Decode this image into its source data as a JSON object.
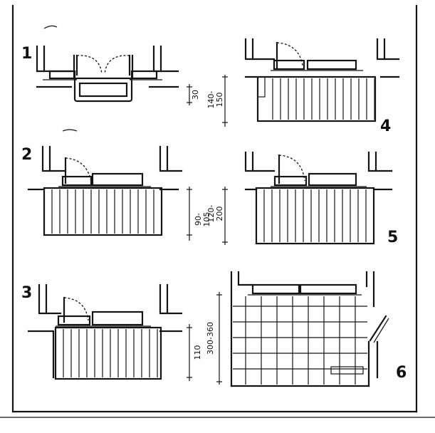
{
  "figures": [
    {
      "number": "1",
      "dimension": "30"
    },
    {
      "number": "2",
      "dimension_line1": "90-",
      "dimension_line2": "105"
    },
    {
      "number": "3",
      "dimension": "110"
    },
    {
      "number": "4",
      "dimension_line1": "140-",
      "dimension_line2": "150"
    },
    {
      "number": "5",
      "dimension_line1": "120-",
      "dimension_line2": "200"
    },
    {
      "number": "6",
      "dimension": "300-360"
    }
  ],
  "colors": {
    "ink": "#141414",
    "paper": "#ffffff"
  }
}
